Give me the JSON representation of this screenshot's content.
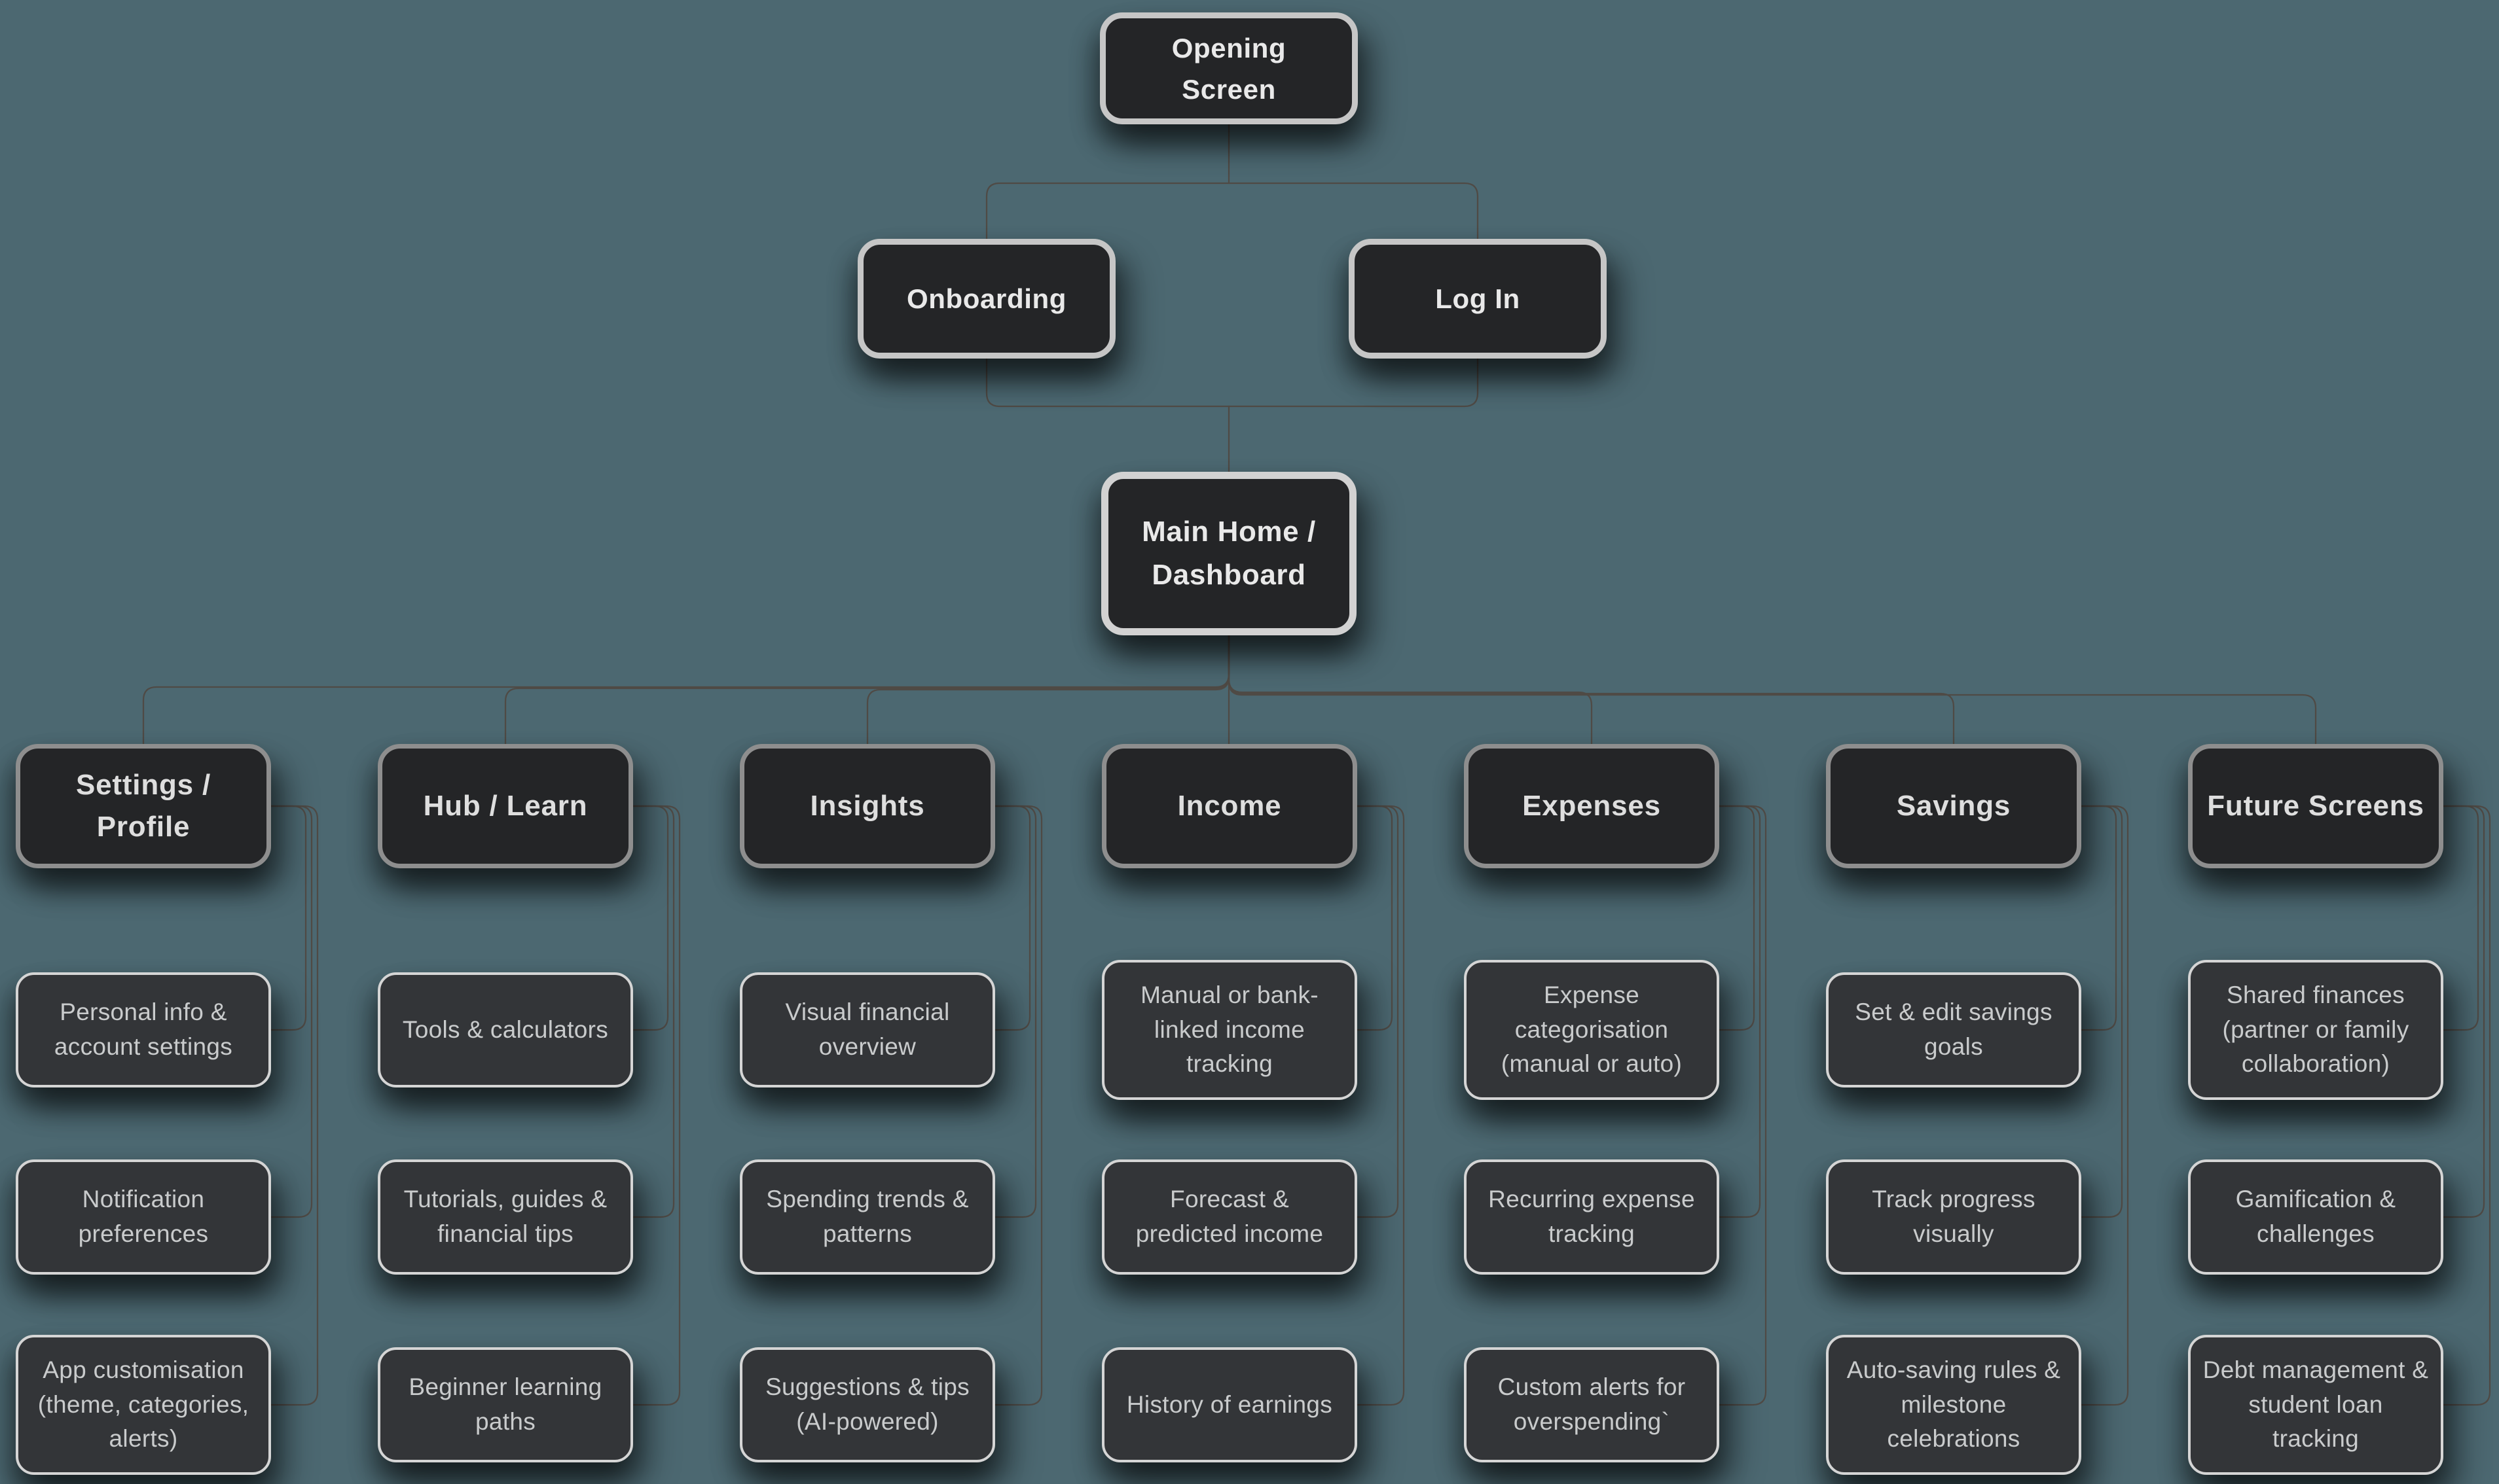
{
  "canvas": {
    "background": "#4c6871",
    "connector_color": "#4f4a45",
    "node_fill": "#242527",
    "child_fill": "#333538",
    "top_border": "#c6c6c6",
    "hub_border": "#d2d2d2",
    "header_border": "#8e8e8e",
    "child_border": "#d5d5d5",
    "text_primary": "#e9e9e9",
    "text_secondary": "#c9cbcc"
  },
  "nodes": {
    "root": {
      "label": "Opening\nScreen"
    },
    "level1": [
      {
        "label": "Onboarding"
      },
      {
        "label": "Log In"
      }
    ],
    "hub": {
      "label": "Main Home /\nDashboard"
    },
    "columns": [
      {
        "label": "Settings /\nProfile",
        "children": [
          "Personal info &\naccount settings",
          "Notification\npreferences",
          "App customisation\n(theme, categories,\nalerts)"
        ]
      },
      {
        "label": "Hub / Learn",
        "children": [
          "Tools & calculators",
          "Tutorials, guides &\nfinancial tips",
          "Beginner learning\npaths"
        ]
      },
      {
        "label": "Insights",
        "children": [
          "Visual financial\noverview",
          "Spending trends &\npatterns",
          "Suggestions & tips\n(AI-powered)"
        ]
      },
      {
        "label": "Income",
        "children": [
          "Manual or bank-\nlinked income\ntracking",
          "Forecast &\npredicted income",
          "History of earnings"
        ]
      },
      {
        "label": "Expenses",
        "children": [
          "Expense\ncategorisation\n(manual or auto)",
          "Recurring expense\ntracking",
          "Custom alerts for\noverspending`"
        ]
      },
      {
        "label": "Savings",
        "children": [
          "Set & edit savings\ngoals",
          "Track progress\nvisually",
          "Auto-saving rules &\nmilestone\ncelebrations"
        ]
      },
      {
        "label": "Future Screens",
        "children": [
          "Shared finances\n(partner or family\ncollaboration)",
          "Gamification &\nchallenges",
          "Debt management &\nstudent loan tracking"
        ]
      }
    ]
  }
}
